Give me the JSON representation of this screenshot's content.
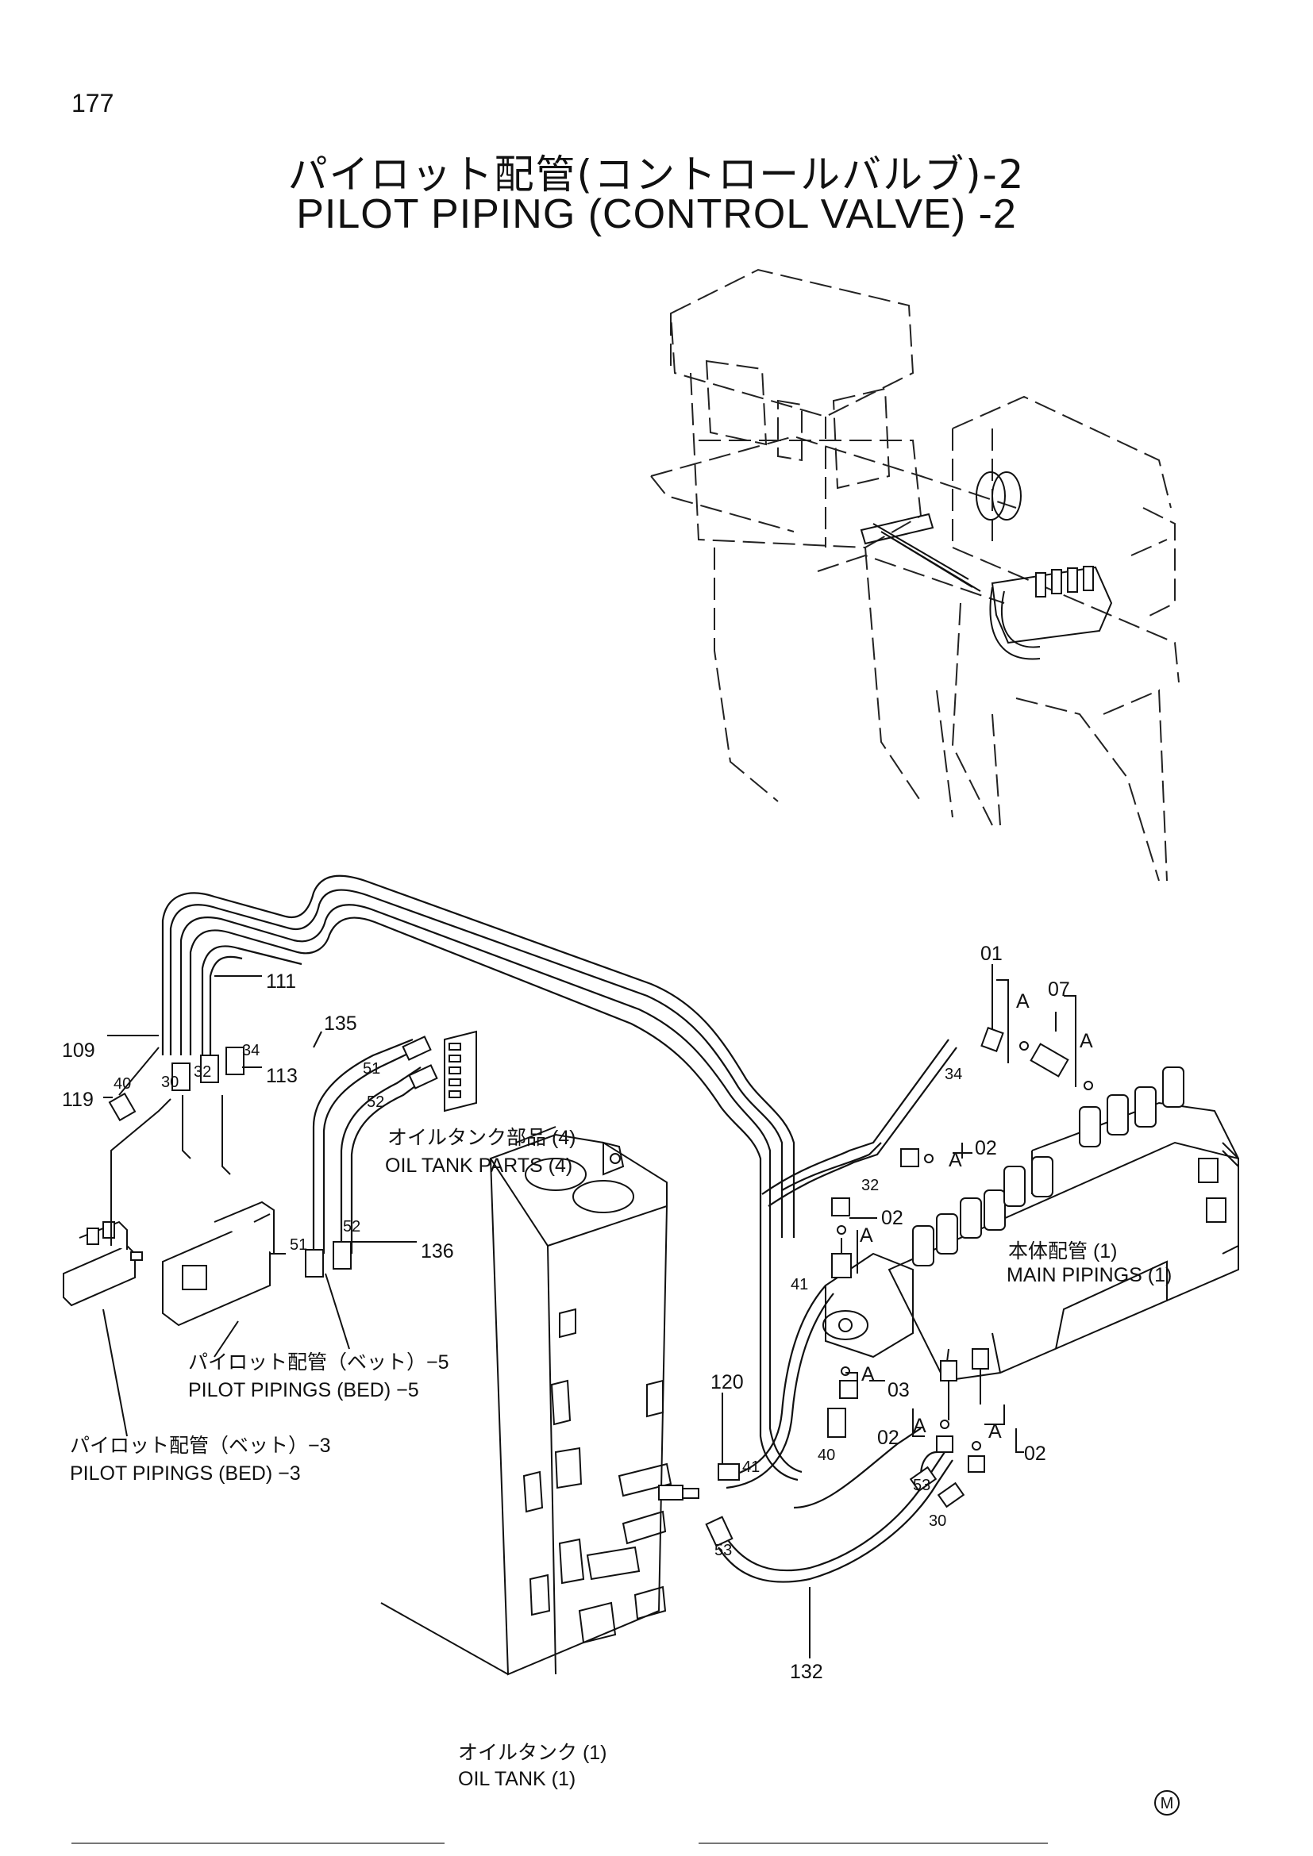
{
  "page_number": "177",
  "title_jp": "パイロット配管(コントロールバルブ)-2",
  "title_en": "PILOT  PIPING (CONTROL  VALVE) -2",
  "callouts": {
    "c01": "01",
    "c07": "07",
    "c02a": "02",
    "c02b": "02",
    "c02c": "02",
    "c02d": "02",
    "c03": "03",
    "c34a": "34",
    "c34b": "34",
    "c32a": "32",
    "c32b": "32",
    "c41a": "41",
    "c41b": "41",
    "c40a": "40",
    "c40b": "40",
    "c120": "120",
    "c53a": "53",
    "c53b": "53",
    "c30a": "30",
    "c30b": "30",
    "c132": "132",
    "c111": "111",
    "c109": "109",
    "c113": "113",
    "c119": "119",
    "c135": "135",
    "c51a": "51",
    "c51b": "51",
    "c52a": "52",
    "c52b": "52",
    "c136": "136",
    "a1": "A",
    "a2": "A",
    "a3": "A",
    "a4": "A",
    "a5": "A",
    "a6": "A",
    "a7": "A"
  },
  "references": {
    "oil_tank_parts_jp": "オイルタンク部品 (4)",
    "oil_tank_parts_en": "OIL TANK PARTS (4)",
    "main_pipings_jp": "本体配管 (1)",
    "main_pipings_en": "MAIN PIPINGS (1)",
    "pilot_bed5_jp": "パイロット配管（ベット）−5",
    "pilot_bed5_en": "PILOT PIPINGS (BED) −5",
    "pilot_bed3_jp": "パイロット配管（ベット）−3",
    "pilot_bed3_en": "PILOT PIPINGS (BED) −3",
    "oil_tank_jp": "オイルタンク (1)",
    "oil_tank_en": "OIL TANK (1)"
  },
  "mark": "M"
}
